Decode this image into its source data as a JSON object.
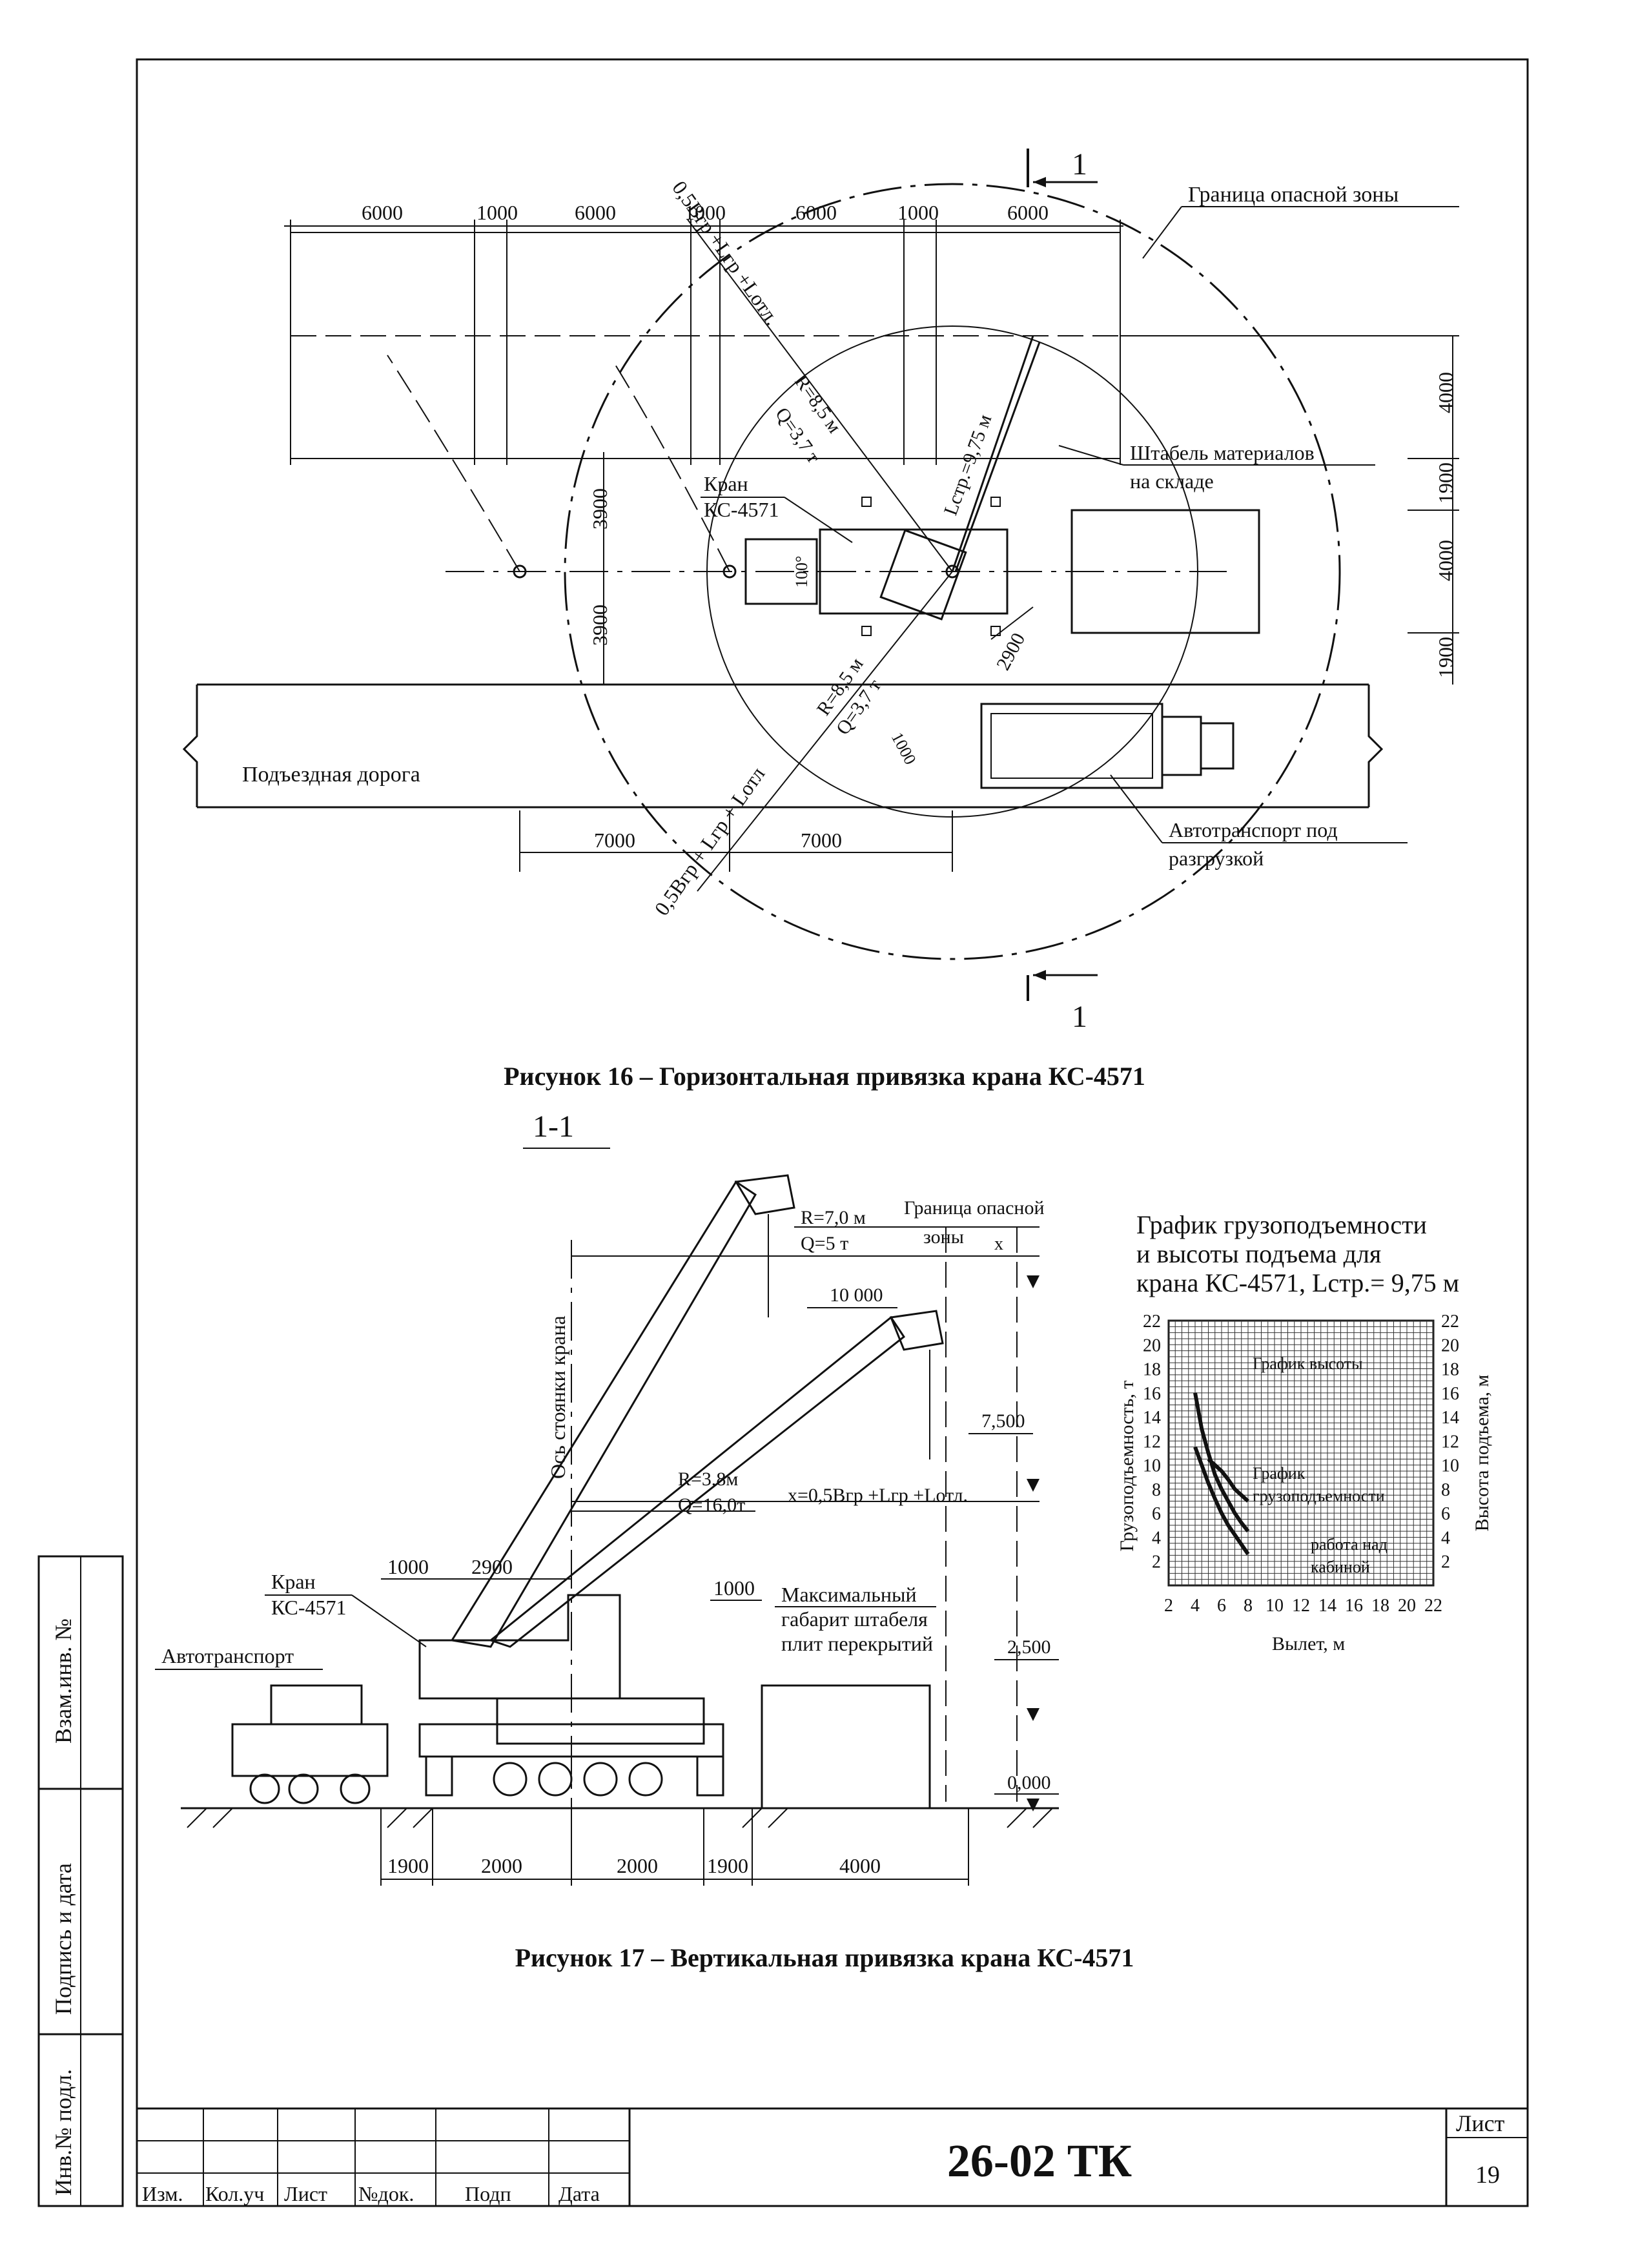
{
  "plan": {
    "section_mark": "1",
    "dimensions_top": [
      "6000",
      "1000",
      "6000",
      "1000",
      "6000",
      "1000",
      "6000"
    ],
    "dimensions_right": [
      "4000",
      "1900",
      "4000",
      "1900"
    ],
    "dimensions_left": [
      "3900",
      "3900"
    ],
    "dimensions_bottom": [
      "7000",
      "7000"
    ],
    "danger_zone_label": "Граница опасной зоны",
    "formula_top": "0,5Bгр +Lгр +Lотл.",
    "formula_bottom": "0,5Bгр + Lгр + Lотл",
    "r_top": "R=8,5 м",
    "q_top": "Q=3,7 т",
    "r_bottom": "R=8,5 м",
    "q_bottom": "Q=3,7 т",
    "boom_length": "Lстр.=9,75 м",
    "crane_label_1": "Кран",
    "crane_label_2": "КС-4571",
    "angle": "100°",
    "dim_2900": "2900",
    "dim_1000": "1000",
    "stack_label_1": "Штабель материалов",
    "stack_label_2": "на складе",
    "road_label": "Подъездная дорога",
    "truck_label_1": "Автотранспорт под",
    "truck_label_2": "разгрузкой"
  },
  "caption_16": "Рисунок 16 – Горизонтальная привязка крана КС-4571",
  "section": {
    "title": "1-1",
    "danger_zone_1": "Граница опасной",
    "danger_zone_2": "зоны",
    "x_mark": "x",
    "r_top": "R=7,0 м",
    "q_top": "Q=5 т",
    "level_10000": "10 000",
    "level_7500": "7,500",
    "axis_label": "Ось стоянки крана",
    "r_low": "R=3,8м",
    "q_low": "Q=16,0т",
    "x_formula": "x=0,5Bгр +Lгр +Lотл.",
    "dim_1000a": "1000",
    "dim_2900": "2900",
    "dim_1000b": "1000",
    "crane_label_1": "Кран",
    "crane_label_2": "КС-4571",
    "truck_label": "Автотранспорт",
    "max_1": "Максимальный",
    "max_2": "габарит штабеля",
    "max_3": "плит перекрытий",
    "level_2500": "2,500",
    "level_0": "0,000",
    "dims_bottom": [
      "1900",
      "2000",
      "2000",
      "1900",
      "4000"
    ]
  },
  "chart_data": {
    "type": "line",
    "title": "График грузоподъемности и высоты подъема для крана КС-4571, Lстр.= 9,75 м",
    "title_lines": [
      "График грузоподъемности",
      "и высоты подъема для",
      "крана КС-4571, Lстр.= 9,75 м"
    ],
    "xlabel": "Вылет, м",
    "ylabel_left": "Грузоподъемность, т",
    "ylabel_right": "Высота подъема, м",
    "xlim": [
      2,
      22
    ],
    "ylim": [
      0,
      22
    ],
    "x_ticks": [
      "2",
      "4",
      "6",
      "8",
      "10",
      "12",
      "14",
      "16",
      "18",
      "20",
      "22"
    ],
    "y_ticks": [
      "22",
      "20",
      "18",
      "16",
      "14",
      "12",
      "10",
      "8",
      "6",
      "4",
      "2"
    ],
    "annotations": [
      "График высоты",
      "График",
      "грузоподъемности",
      "работа над",
      "кабиной"
    ],
    "series": [
      {
        "x": [
          4,
          4.5,
          5,
          5.5,
          6,
          6.5,
          7,
          7.5,
          8
        ],
        "y": [
          16,
          13,
          11,
          9.2,
          8,
          7,
          6,
          5.2,
          4.5
        ]
      },
      {
        "x": [
          4,
          4.5,
          5,
          5.5,
          6,
          6.5,
          7,
          7.5,
          8
        ],
        "y": [
          11.5,
          10,
          8.5,
          7.2,
          6,
          5,
          4.2,
          3.4,
          2.6
        ]
      },
      {
        "x": [
          5,
          5.5,
          6,
          6.5,
          7,
          7.5,
          8
        ],
        "y": [
          10.5,
          10,
          9.5,
          8.8,
          8,
          7.5,
          7
        ]
      }
    ]
  },
  "caption_17": "Рисунок 17 – Вертикальная привязка крана КС-4571",
  "side_stamp": {
    "inv_podl": "Инв.№ подл.",
    "podpis": "Подпись и дата",
    "vzam": "Взам.инв. №"
  },
  "title_block": {
    "code": "26-02 ТК",
    "sheet_label": "Лист",
    "sheet_number": "19",
    "col_izm": "Изм.",
    "col_kol": "Кол.уч",
    "col_list": "Лист",
    "col_ndok": "№док.",
    "col_podp": "Подп",
    "col_data": "Дата"
  }
}
